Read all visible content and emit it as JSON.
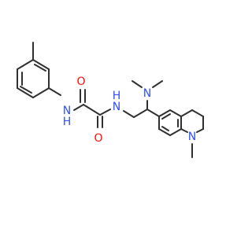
{
  "molecule": {
    "atom_labels": {
      "amide_n_left": "N",
      "amide_h_left": "H",
      "amide_n_right": "N",
      "amide_h_right": "H",
      "carbonyl_o_left": "O",
      "carbonyl_o_right": "O",
      "dimethylamino_n": "N",
      "ring_n": "N"
    },
    "colors": {
      "bond": "#303030",
      "nitrogen": "#3050f8",
      "oxygen": "#ff0d0d"
    }
  }
}
